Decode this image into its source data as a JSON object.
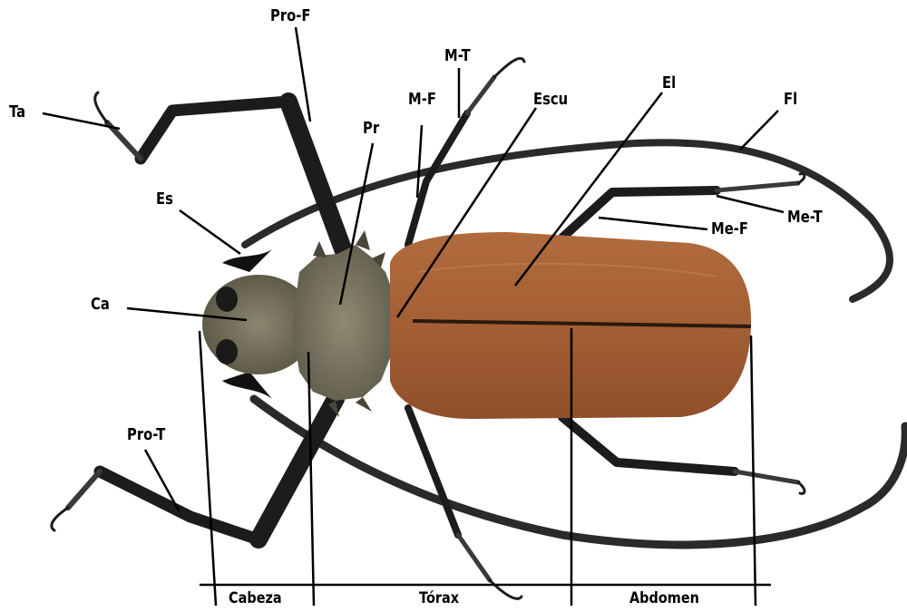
{
  "labels": {
    "pro_f": "Pro-F",
    "m_t": "M-T",
    "ta": "Ta",
    "pr": "Pr",
    "m_f": "M-F",
    "escu": "Escu",
    "el": "El",
    "fl": "Fl",
    "es": "Es",
    "me_t": "Me-T",
    "me_f": "Me-F",
    "ca": "Ca",
    "pro_t": "Pro-T"
  },
  "sections": {
    "cabeza": "Cabeza",
    "torax": "Tórax",
    "abdomen": "Abdomen"
  },
  "colors": {
    "elytra": "#a25f36",
    "elytra_light": "#b87a4c",
    "pronotum": "#857f68",
    "head": "#7e7a64",
    "legs": "#1c1c1e",
    "antenna": "#2a2a2c",
    "label_line": "#000000"
  }
}
